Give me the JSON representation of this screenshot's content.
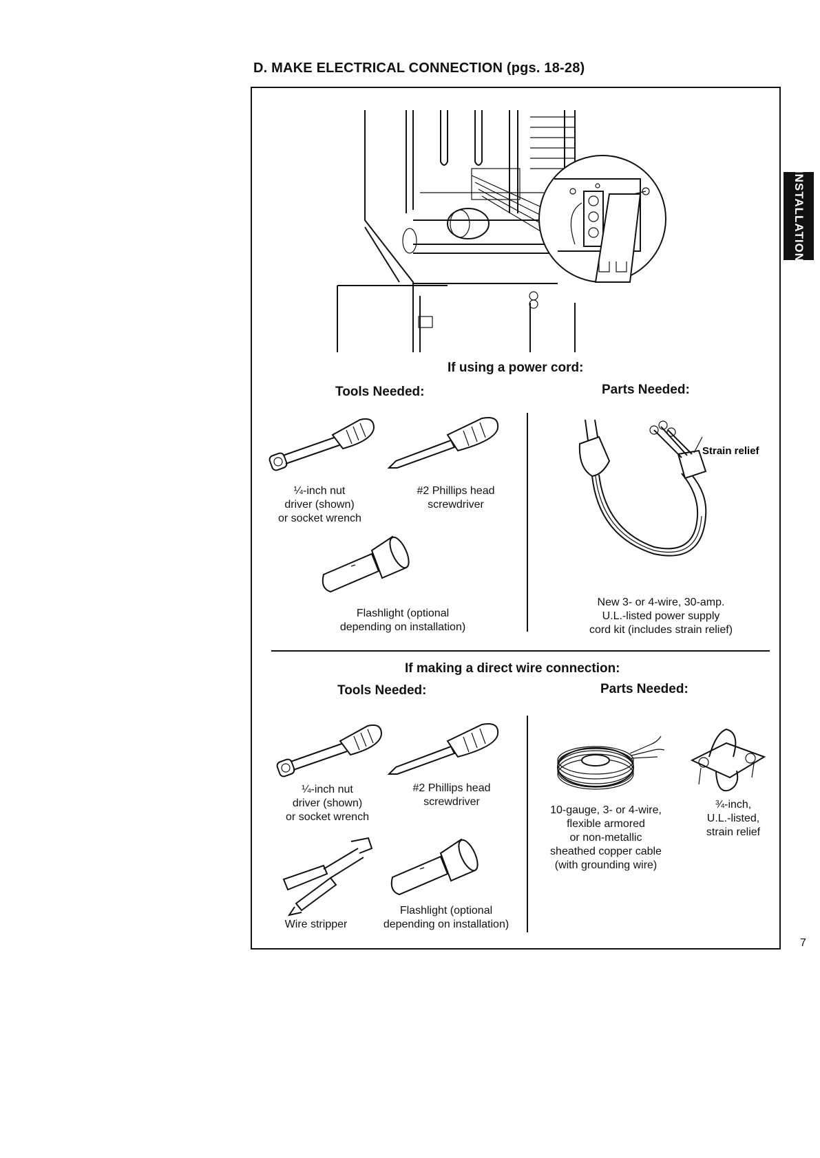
{
  "heading": "D. MAKE ELECTRICAL CONNECTION (pgs. 18-28)",
  "side_tab": "INSTALLATION",
  "page_number": "7",
  "power_cord": {
    "title": "If using a power cord:",
    "tools_heading": "Tools Needed:",
    "parts_heading": "Parts Needed:",
    "tools": [
      {
        "label_1": "¼-inch nut",
        "label_2": "driver (shown)",
        "label_3": "or socket wrench"
      },
      {
        "label_1": "#2 Phillips head",
        "label_2": "screwdriver"
      },
      {
        "label_1": "Flashlight (optional",
        "label_2": "depending on installation)"
      }
    ],
    "part_callout": "Strain relief",
    "part": {
      "label_1": "New 3- or 4-wire, 30-amp.",
      "label_2": "U.L.-listed power supply",
      "label_3": "cord kit (includes strain relief)"
    }
  },
  "direct_wire": {
    "title": "If making a direct wire connection:",
    "tools_heading": "Tools Needed:",
    "parts_heading": "Parts Needed:",
    "tools": [
      {
        "label_1": "¼-inch nut",
        "label_2": "driver (shown)",
        "label_3": "or socket wrench"
      },
      {
        "label_1": "#2 Phillips head",
        "label_2": "screwdriver"
      },
      {
        "label_1": "Wire stripper"
      },
      {
        "label_1": "Flashlight (optional",
        "label_2": "depending on installation)"
      }
    ],
    "parts": [
      {
        "label_1": "10-gauge, 3- or 4-wire,",
        "label_2": "flexible armored",
        "label_3": "or non-metallic",
        "label_4": "sheathed copper cable",
        "label_5": "(with grounding wire)"
      },
      {
        "label_1": "¾-inch,",
        "label_2": "U.L.-listed,",
        "label_3": "strain relief"
      }
    ]
  }
}
